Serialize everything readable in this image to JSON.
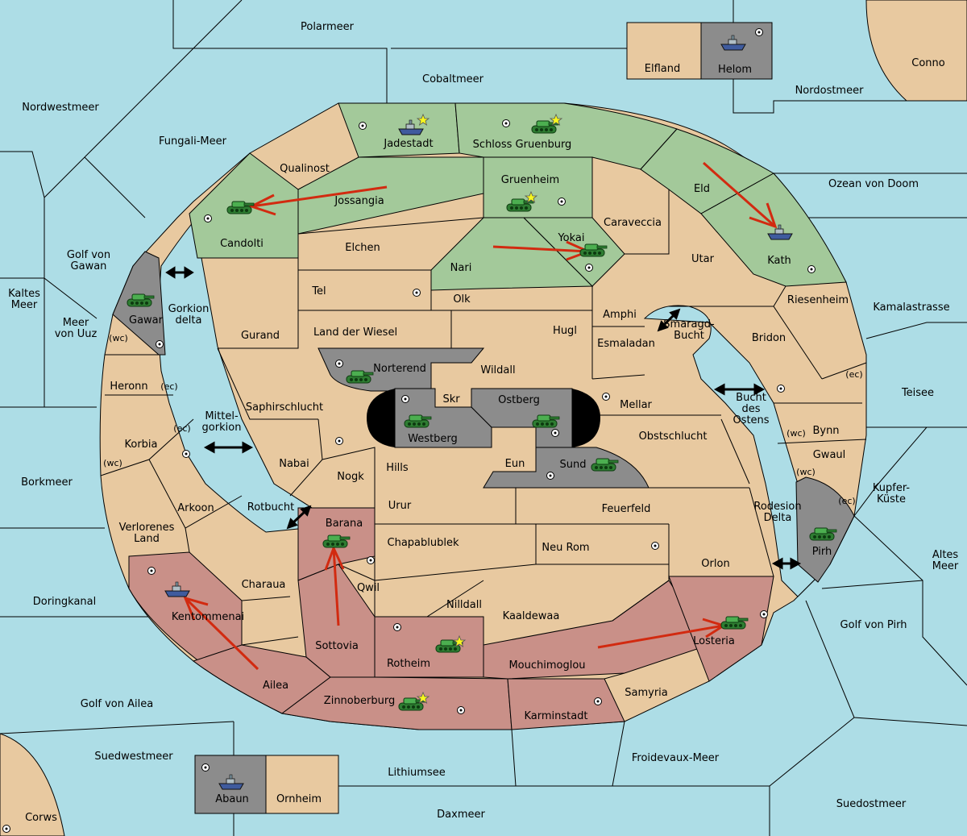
{
  "seas": [
    {
      "label": "Polarmeer"
    },
    {
      "label": "Cobaltmeer"
    },
    {
      "label": "Nordwestmeer"
    },
    {
      "label": "Fungali-Meer"
    },
    {
      "label": "Nordostmeer"
    },
    {
      "label": "Ozean von Doom"
    },
    {
      "label": "Kamalastrasse"
    },
    {
      "label": "Teisee"
    },
    {
      "label": "Kupfer-\nKüste"
    },
    {
      "label": "Altes\nMeer"
    },
    {
      "label": "Golf von Pirh"
    },
    {
      "label": "Suedostmeer"
    },
    {
      "label": "Froidevaux-Meer"
    },
    {
      "label": "Daxmeer"
    },
    {
      "label": "Lithiumsee"
    },
    {
      "label": "Suedwestmeer"
    },
    {
      "label": "Golf von Ailea"
    },
    {
      "label": "Doringkanal"
    },
    {
      "label": "Borkmeer"
    },
    {
      "label": "Kaltes\nMeer"
    },
    {
      "label": "Meer\nvon Uuz"
    },
    {
      "label": "Golf von\nGawan"
    },
    {
      "label": "Gorkion\ndelta"
    },
    {
      "label": "Mittel-\ngorkion"
    },
    {
      "label": "Rotbucht"
    },
    {
      "label": "Smaragd-\nBucht"
    },
    {
      "label": "Bucht\ndes\nOstens"
    },
    {
      "label": "Rodesion\nDelta"
    }
  ],
  "lands": [
    "Conno",
    "Elfland",
    "Helom",
    "Jadestadt",
    "Schloss Gruenburg",
    "Qualinost",
    "Jossangia",
    "Gruenheim",
    "Eld",
    "Candolti",
    "Elchen",
    "Caraveccia",
    "Yokai",
    "Nari",
    "Kath",
    "Utar",
    "Tel",
    "Olk",
    "Amphi",
    "Riesenheim",
    "Gawar",
    "Gurand",
    "Land der Wiesel",
    "Hugl",
    "Bridon",
    "Esmaladan",
    "Norterend",
    "Wildall",
    "Heronn",
    "Skr",
    "Ostberg",
    "Mellar",
    "Saphirschlucht",
    "Westberg",
    "Bynn",
    "Korbia",
    "Obstschlucht",
    "Gwaul",
    "Nabai",
    "Hills",
    "Eun",
    "Sund",
    "Nogk",
    "Arkoon",
    "Urur",
    "Feuerfeld",
    "Barana",
    "Pirh",
    "Verlorenes\nLand",
    "Chapablublek",
    "Neu Rom",
    "Orlon",
    "Qwil",
    "Charaua",
    "Nilldall",
    "Kaaldewaa",
    "Kentommenai",
    "Sottovia",
    "Losteria",
    "Rotheim",
    "Mouchimoglou",
    "Ailea",
    "Samyria",
    "Zinnoberburg",
    "Karminstadt",
    "Abaun",
    "Ornheim",
    "Corws"
  ],
  "coast_tags": [
    "(wc)",
    "(ec)",
    "(ec)",
    "(wc)",
    "(ec)",
    "(wc)",
    "(wc)",
    "(ec)"
  ],
  "powers": {
    "green": "#A3C99A",
    "gray": "#8C8C8C",
    "red": "#C99088",
    "neutral": "#E8C9A0",
    "sea": "#ADDDE6"
  }
}
